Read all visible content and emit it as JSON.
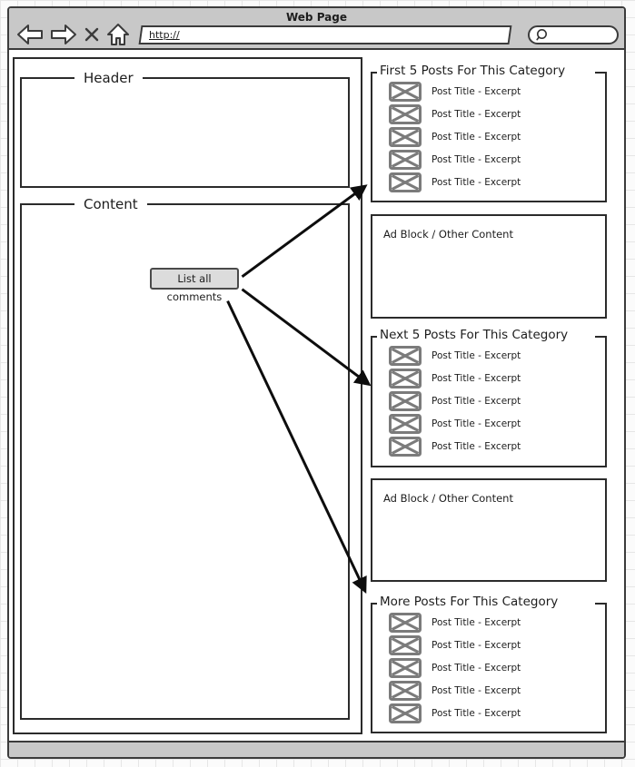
{
  "window": {
    "title": "Web Page",
    "toolbar": {
      "back_icon": "back-arrow",
      "forward_icon": "forward-arrow",
      "close_icon": "close-x",
      "home_icon": "home",
      "url_value": "http://",
      "search_icon": "magnifier",
      "search_value": ""
    }
  },
  "main": {
    "header_label": "Header",
    "content_label": "Content",
    "comments_button": "List all comments"
  },
  "sidebar": {
    "sections": [
      {
        "type": "posts",
        "title": "First 5 Posts For This Category",
        "items": [
          "Post Title - Excerpt",
          "Post Title - Excerpt",
          "Post Title - Excerpt",
          "Post Title - Excerpt",
          "Post Title - Excerpt"
        ]
      },
      {
        "type": "ad",
        "label": "Ad Block / Other Content"
      },
      {
        "type": "posts",
        "title": "Next 5 Posts For This Category",
        "items": [
          "Post Title - Excerpt",
          "Post Title - Excerpt",
          "Post Title - Excerpt",
          "Post Title - Excerpt",
          "Post Title - Excerpt"
        ]
      },
      {
        "type": "ad",
        "label": "Ad Block / Other Content"
      },
      {
        "type": "posts",
        "title": "More Posts For This Category",
        "items": [
          "Post Title - Excerpt",
          "Post Title - Excerpt",
          "Post Title - Excerpt",
          "Post Title - Excerpt",
          "Post Title - Excerpt"
        ]
      }
    ]
  },
  "annotations": {
    "arrows": [
      {
        "from": "list-all-comments-button",
        "to": "first-5-posts-section"
      },
      {
        "from": "list-all-comments-button",
        "to": "next-5-posts-section"
      },
      {
        "from": "list-all-comments-button",
        "to": "more-posts-section"
      }
    ]
  },
  "colors": {
    "chrome_gray": "#c8c8c8",
    "line_dark": "#2b2b2b",
    "placeholder_gray": "#7b7b7b",
    "button_bg": "#dcdcdc",
    "grid_line": "#e6e6e6"
  }
}
